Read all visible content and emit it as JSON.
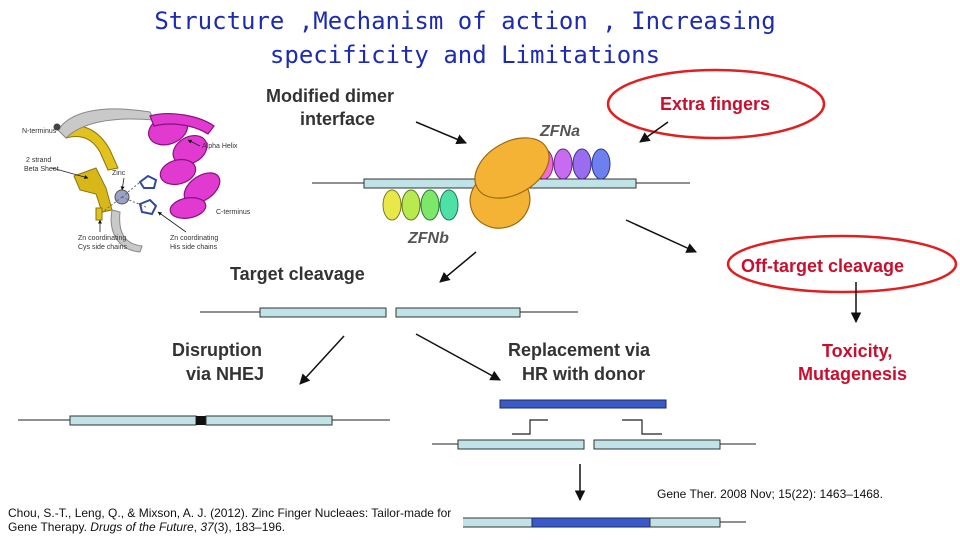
{
  "title": {
    "line1": "Structure ,Mechanism of action , Increasing",
    "line2": "specificity and Limitations"
  },
  "structure": {
    "n_terminus": "N-terminus",
    "strand": "2 strand",
    "beta_sheet": "Beta Sheet",
    "zinc": "Zinc",
    "alpha_helix": "Alpha Helix",
    "c_terminus": "C-terminus",
    "zn_cys_1": "Zn coordinating",
    "zn_cys_2": "Cys side chains",
    "zn_his_1": "Zn coordinating",
    "zn_his_2": "His side chains"
  },
  "diagram": {
    "modified_dimer_1": "Modified dimer",
    "modified_dimer_2": "interface",
    "extra_fingers": "Extra fingers",
    "zfna": "ZFNa",
    "zfnb": "ZFNb",
    "target_cleavage": "Target cleavage",
    "off_target": "Off-target cleavage",
    "toxicity_1": "Toxicity,",
    "toxicity_2": "Mutagenesis",
    "disruption_1": "Disruption",
    "disruption_2": "via NHEJ",
    "replacement_1": "Replacement via",
    "replacement_2": "HR with donor"
  },
  "colors": {
    "title": "#1c2bb0",
    "highlight_circle": "#e02020",
    "dna_fill": "#bfe3e6",
    "donor_fill": "#3a5bc7",
    "fokI": "#f5b335",
    "fingers_a": [
      "#f06ad8",
      "#c86bf0",
      "#9a6cf0",
      "#6f7ff0"
    ],
    "fingers_b": [
      "#e8e84a",
      "#b8ea50",
      "#7de76a",
      "#4fe0a8"
    ]
  },
  "references": {
    "right": "Gene Ther. 2008 Nov; 15(22): 1463–1468.",
    "left_prefix": "Chou, S.-T., Leng, Q., & Mixson, A. J. (2012). Zinc Finger Nucleaes: Tailor-made for Gene Therapy. ",
    "left_journal": "Drugs of the Future",
    "left_vol": "37",
    "left_suffix": "(3), 183–196."
  }
}
